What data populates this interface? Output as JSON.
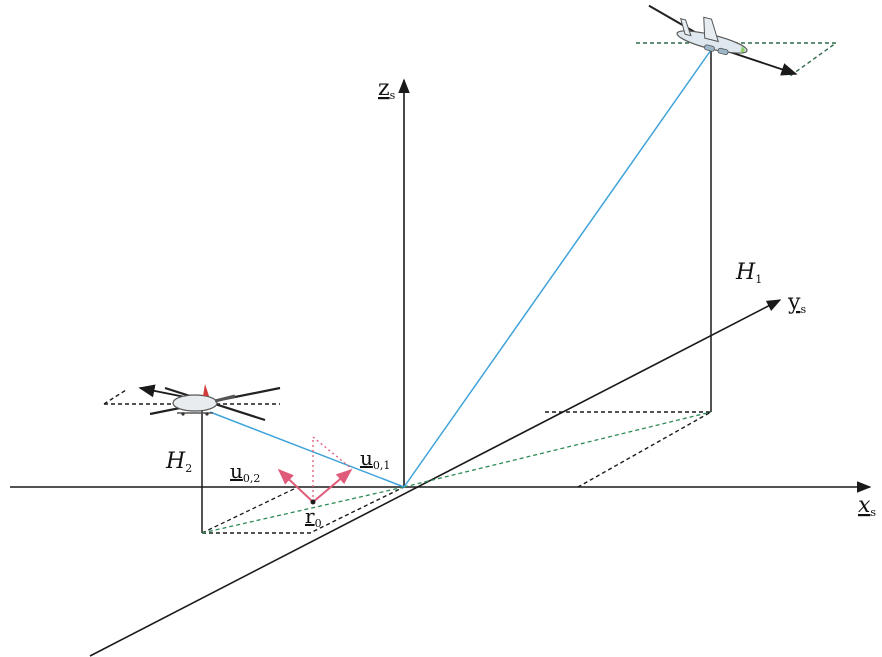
{
  "axes": {
    "x": {
      "label": "x",
      "sub": "s"
    },
    "y": {
      "label": "y",
      "sub": "s"
    },
    "z": {
      "label": "z",
      "sub": "s"
    }
  },
  "heights": {
    "h1": {
      "label": "H",
      "sub": "1"
    },
    "h2": {
      "label": "H",
      "sub": "2"
    }
  },
  "vectors": {
    "u01": {
      "label": "u",
      "sub": "0,1"
    },
    "u02": {
      "label": "u",
      "sub": "0,2"
    },
    "r0": {
      "label": "r",
      "sub": "0"
    }
  },
  "colors": {
    "axis": "#1a1a1a",
    "line_of_sight": "#3fa3d9",
    "ground_projection": "#2e8b57",
    "vector": "#e05a7a",
    "dashed": "#1a1a1a"
  },
  "icons": {
    "aircraft_1": "fixed-wing-aircraft-icon",
    "aircraft_2": "helicopter-icon"
  }
}
